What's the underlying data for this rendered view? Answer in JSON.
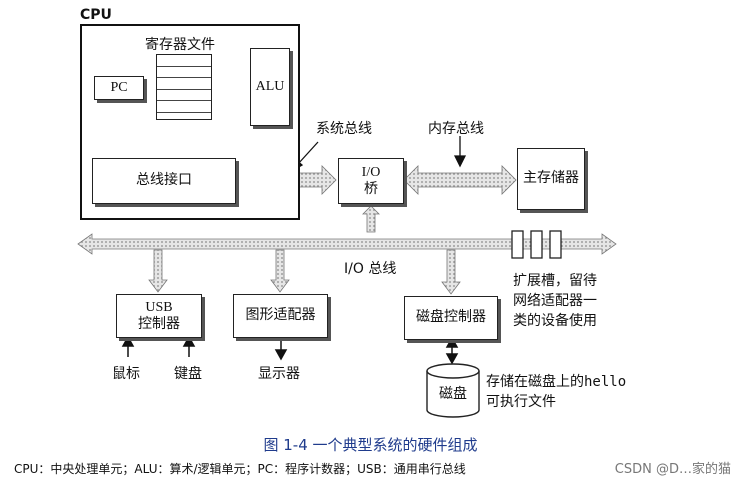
{
  "cpu_label": "CPU",
  "regfile_label": "寄存器文件",
  "pc_label": "PC",
  "alu_label": "ALU",
  "bus_interface_label": "总线接口",
  "system_bus_label": "系统总线",
  "memory_bus_label": "内存总线",
  "io_bridge_label_line1": "I/O",
  "io_bridge_label_line2": "桥",
  "main_memory_label": "主存储器",
  "io_bus_label": "I/O 总线",
  "expansion_note": [
    "扩展槽，留待",
    "网络适配器一",
    "类的设备使用"
  ],
  "usb_controller_label": [
    "USB",
    "控制器"
  ],
  "graphics_adapter_label": "图形适配器",
  "disk_controller_label": "磁盘控制器",
  "mouse_label": "鼠标",
  "keyboard_label": "键盘",
  "monitor_label": "显示器",
  "disk_label": "磁盘",
  "disk_note_prefix": "存储在磁盘上的",
  "disk_note_code": "hello",
  "disk_note_line2": "可执行文件",
  "figure_caption": "图 1-4    一个典型系统的硬件组成",
  "footnote": "CPU：中央处理单元；ALU：算术/逻辑单元；PC：程序计数器；USB：通用串行总线",
  "watermark": "CSDN @D…家的猫"
}
